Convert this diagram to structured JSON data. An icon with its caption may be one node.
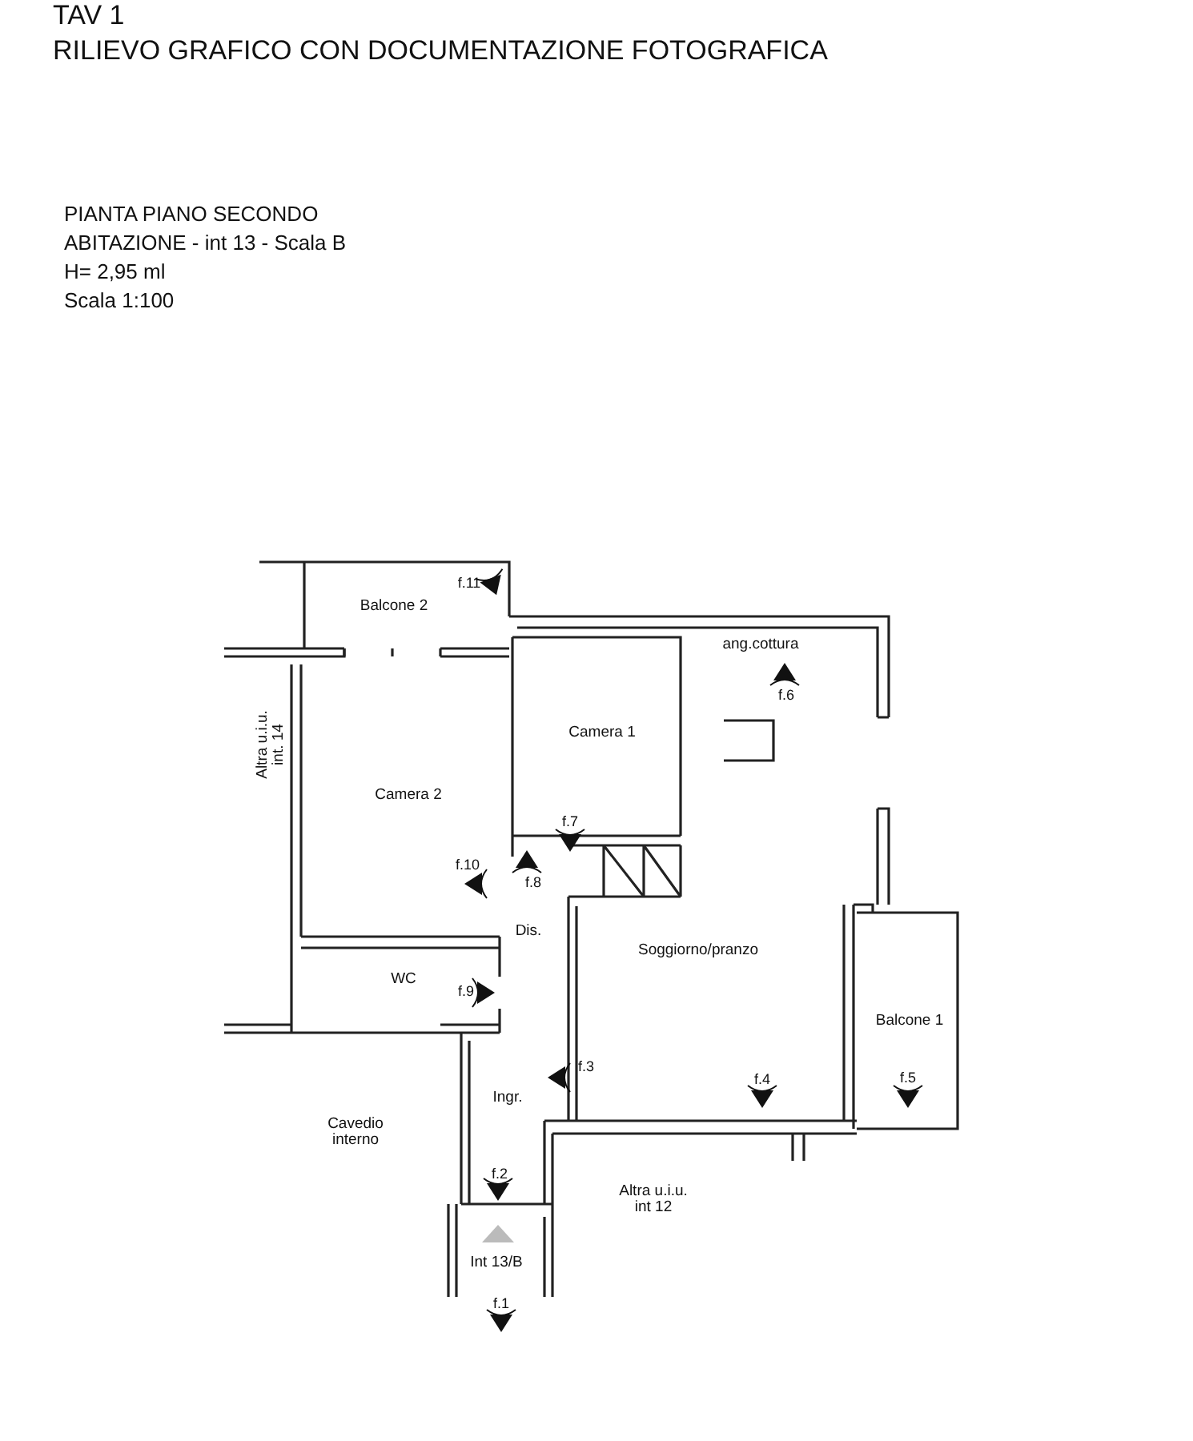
{
  "diagram": {
    "title": "RILIEVO GRAFICO CON DOCUMENTAZIONE FOTOGRAFICA",
    "labels": [
      "TAV 1",
      "PIANTA PIANO SECONDO",
      "ABITAZIONE - int 13 - Scala B",
      "H= 2,95 ml",
      "Scala 1:100",
      "f.11",
      "Balcone 2",
      "ang.cottura",
      "f.6",
      "Camera 1",
      "Altra u.i.u. int. 14",
      "Camera 2",
      "f.7",
      "f.10",
      "f.8",
      "Dis.",
      "Soggiorno/pranzo",
      "WC",
      "f.9",
      "Balcone 1",
      "f.3",
      "Ingr.",
      "f.4",
      "f.5",
      "Cavedio interno",
      "f.2",
      "Altra u.i.u. int 12",
      "Int 13/B",
      "f.1"
    ]
  }
}
